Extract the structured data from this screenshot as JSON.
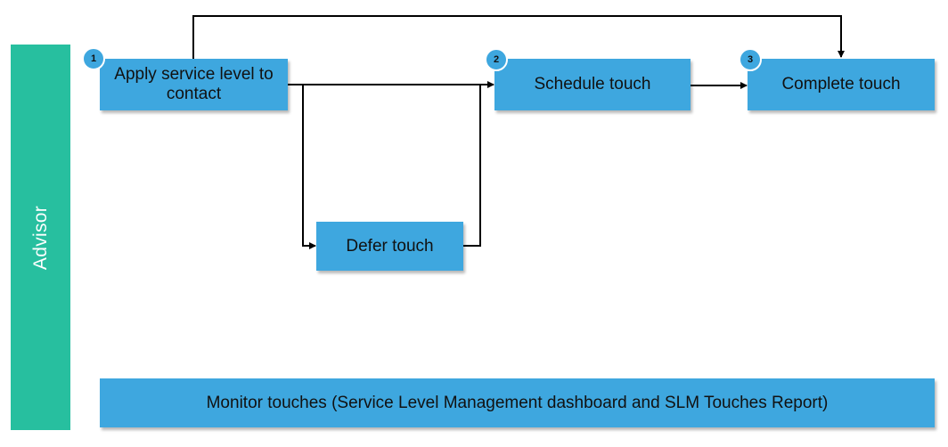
{
  "lane": {
    "label": "Advisor"
  },
  "steps": [
    {
      "number": "1",
      "label": "Apply service level to contact"
    },
    {
      "number": "2",
      "label": "Schedule touch"
    },
    {
      "number": "3",
      "label": "Complete touch"
    }
  ],
  "defer": {
    "label": "Defer touch"
  },
  "monitor": {
    "label": "Monitor touches (Service Level Management dashboard and SLM Touches Report)"
  },
  "colors": {
    "lane": "#27bf9f",
    "box": "#3ea7df",
    "connector": "#000000"
  }
}
